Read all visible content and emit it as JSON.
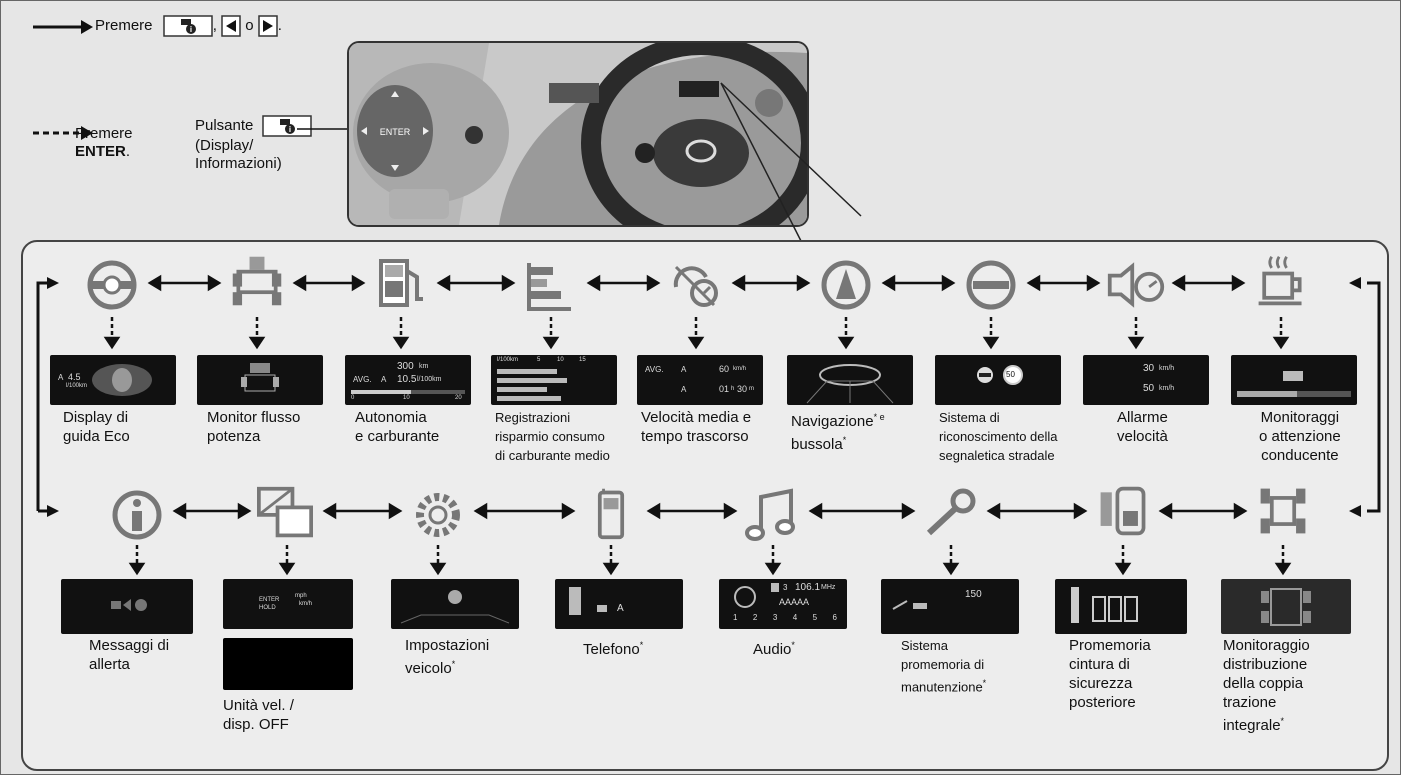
{
  "legend": {
    "press_label": "Premere",
    "press_or": ", ",
    "press_o": "o",
    "press_end": ".",
    "enter_press": "Premere",
    "enter_key": "ENTER",
    "enter_end": ".",
    "button_label": "Pulsante",
    "button_desc_1": "(Display/",
    "button_desc_2": "Informazioni)"
  },
  "photo": {
    "enter_key": "ENTER"
  },
  "top_items": [
    {
      "label_1": "Display di",
      "label_2": "guida Eco",
      "icon": "eco-steering-icon",
      "screen": "eco-display"
    },
    {
      "label_1": "Monitor flusso",
      "label_2": "potenza",
      "icon": "power-flow-icon"
    },
    {
      "label_1": "Autonomia",
      "label_2": "e carburante",
      "icon": "fuel-pump-icon"
    },
    {
      "label_1": "Registrazioni",
      "label_2": "risparmio consumo",
      "label_3": "di carburante medio",
      "icon": "bar-chart-icon"
    },
    {
      "label_1": "Velocità media e",
      "label_2": "tempo trascorso",
      "icon": "speed-time-icon"
    },
    {
      "label_1": "Navigazione",
      "label_1b": "* e",
      "label_2": "bussola",
      "label_2b": "*",
      "icon": "compass-icon"
    },
    {
      "label_1": "Sistema di",
      "label_2": "riconoscimento della",
      "label_3": "segnaletica stradale",
      "icon": "road-sign-icon"
    },
    {
      "label_1": "Allarme",
      "label_2": "velocità",
      "icon": "speed-alarm-icon"
    },
    {
      "label_1": "Monitoraggi",
      "label_2": "o attenzione",
      "label_3": "conducente",
      "icon": "coffee-cup-icon"
    }
  ],
  "bottom_items": [
    {
      "label_1": "Messaggi di",
      "label_2": "allerta",
      "icon": "info-icon"
    },
    {
      "label_1": "Unità vel. /",
      "label_2": "disp. OFF",
      "icon": "unit-display-icon"
    },
    {
      "label_1": "Impostazioni",
      "label_2": "veicolo",
      "label_2b": "*",
      "icon": "settings-gear-icon"
    },
    {
      "label_1": "Telefono",
      "label_1b": "*",
      "icon": "phone-icon"
    },
    {
      "label_1": "Audio",
      "label_1b": "*",
      "icon": "music-note-icon"
    },
    {
      "label_1": "Sistema",
      "label_2": "promemoria di",
      "label_3": "manutenzione",
      "label_3b": "*",
      "icon": "wrench-icon"
    },
    {
      "label_1": "Promemoria",
      "label_2": "cintura di",
      "label_3": "sicurezza",
      "label_4": "posteriore",
      "icon": "rear-seatbelt-icon"
    },
    {
      "label_1": "Monitoraggio",
      "label_2": "distribuzione",
      "label_3": "della coppia",
      "label_4": "trazione",
      "label_5": "integrale",
      "label_5b": "*",
      "icon": "awd-torque-icon"
    }
  ],
  "screens": {
    "eco": {
      "l1": "A",
      "l2": "4.5",
      "l3": "l/100km"
    },
    "fuel": {
      "range": "300",
      "range_unit": "km",
      "avg": "AVG.",
      "avg_a": "A",
      "avg_val": "10.5",
      "avg_unit": "l/100km",
      "s0": "0",
      "s10": "10",
      "s20": "20"
    },
    "records": {
      "unit": "l/100km",
      "t5": "5",
      "t10": "10",
      "t15": "15"
    },
    "speed": {
      "avg": "AVG.",
      "a1": "A",
      "v1": "60",
      "u1": "km/h",
      "a2": "A",
      "v2": "01",
      "h": "h",
      "v3": "30",
      "m": "m"
    },
    "sign": {
      "limit": "50"
    },
    "alarm": {
      "v1": "30",
      "u1": "km/h",
      "v2": "50",
      "u2": "km/h"
    },
    "units": {
      "enter": "ENTER",
      "hold": "HOLD",
      "mph": "mph",
      "kmh": "km/h"
    },
    "phone": {
      "a": "A"
    },
    "audio": {
      "ch": "3",
      "freq": "106.1",
      "mhz": "MHz",
      "name": "AAAAA",
      "p1": "1",
      "p2": "2",
      "p3": "3",
      "p4": "4",
      "p5": "5",
      "p6": "6"
    },
    "maint": {
      "val": "150"
    }
  },
  "colors": {
    "background": "#e6e6e6",
    "screen": "#111111",
    "text": "#111111",
    "icon": "#777777"
  }
}
